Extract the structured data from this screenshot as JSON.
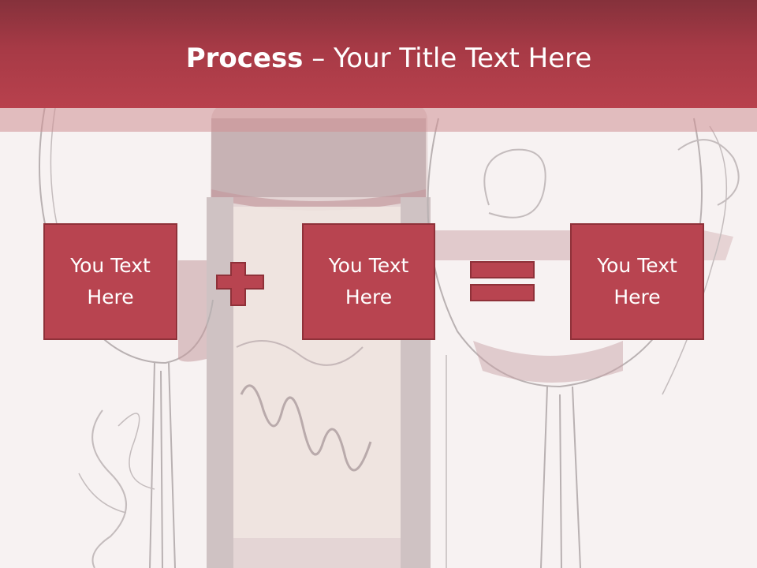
{
  "slide": {
    "title_bold": "Process",
    "title_rest": " – Your Title Text Here",
    "boxes": [
      {
        "line1": "You Text",
        "line2": "Here"
      },
      {
        "line1": "You Text",
        "line2": "Here"
      },
      {
        "line1": "You Text",
        "line2": "Here"
      }
    ],
    "operators": [
      "plus-icon",
      "equals-icon"
    ]
  },
  "colors": {
    "header": "#b8414d",
    "header_dark": "#85313b",
    "box_fill": "#b84450",
    "box_border": "#8f3139",
    "background": "#f7f2f2"
  }
}
